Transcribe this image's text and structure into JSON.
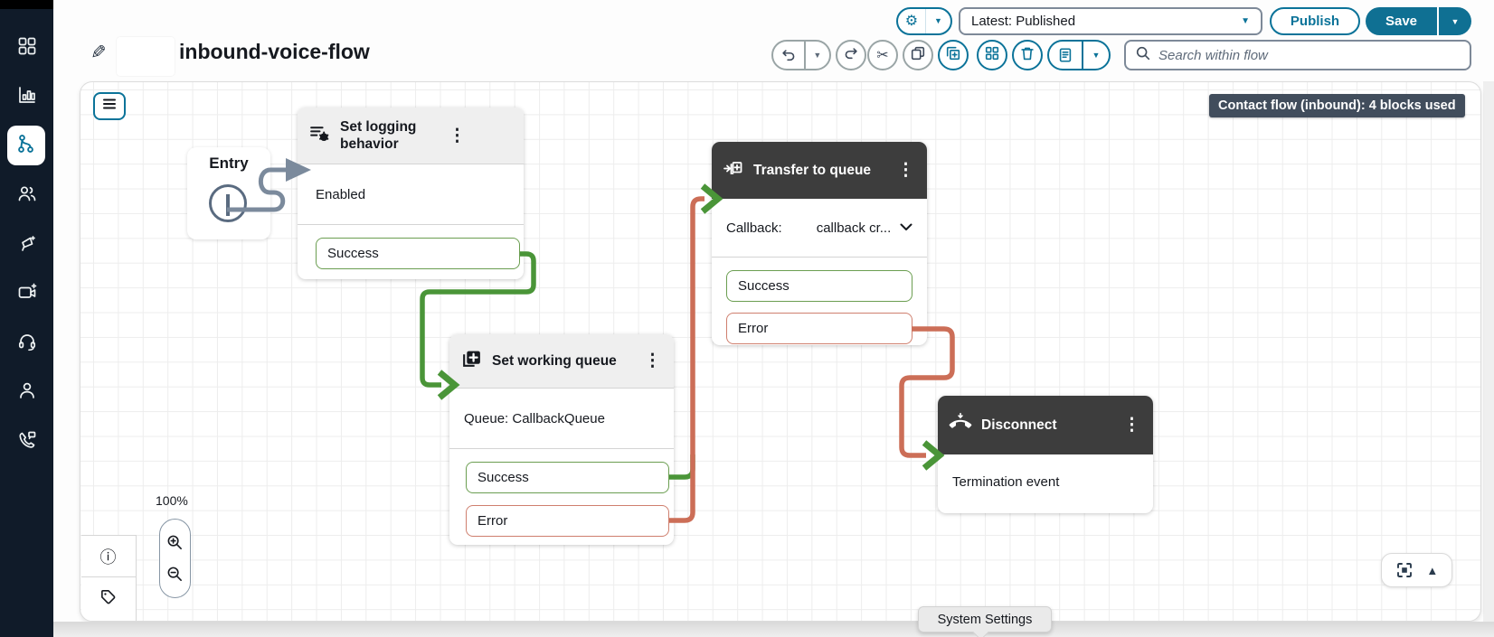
{
  "colors": {
    "accent_blue": "#0b7399",
    "save_fill": "#0f7093",
    "sidebar_bg": "#101b29",
    "dark_block_header": "#3d3d3d",
    "badge_bg": "#414d5c",
    "wire_green": "#4a9538",
    "wire_orange": "#cc6e57",
    "wire_gray": "#7b8a9c",
    "success_border": "#6b9e51",
    "error_border": "#cf7f6e"
  },
  "icons": {
    "kebab": "⋮",
    "gear": "⚙",
    "scissors": "✂",
    "pencil": "✎",
    "info": "ⓘ",
    "triangle_down": "▼",
    "triangle_up": "▲"
  },
  "header": {
    "title": "inbound-voice-flow"
  },
  "version_bar": {
    "version_label": "Latest: Published",
    "publish": "Publish",
    "save": "Save"
  },
  "edit_toolbar": {
    "search_placeholder": "Search within flow"
  },
  "canvas": {
    "badge": "Contact flow (inbound): 4 blocks used",
    "zoom_level": "100%",
    "tooltip": "System Settings",
    "blocks": {
      "entry": {
        "title": "Entry"
      },
      "set_logging": {
        "title": "Set logging behavior",
        "body": "Enabled",
        "success": "Success"
      },
      "transfer": {
        "title": "Transfer to queue",
        "field_label": "Callback:",
        "field_value": "callback cr...",
        "success": "Success",
        "error": "Error"
      },
      "working": {
        "title": "Set working queue",
        "body": "Queue: CallbackQueue",
        "success": "Success",
        "error": "Error"
      },
      "disconnect": {
        "title": "Disconnect",
        "body": "Termination event"
      }
    }
  }
}
